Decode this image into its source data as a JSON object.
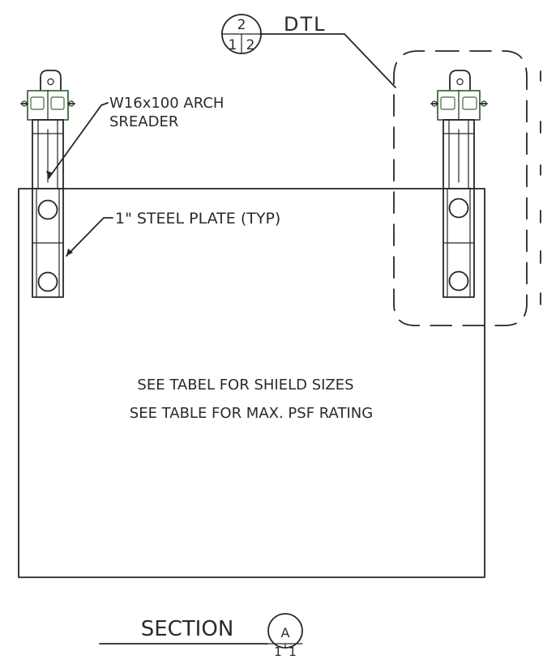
{
  "detail_callout": {
    "label": "DTL",
    "number": "2",
    "sheet_left": "1",
    "sheet_right": "2"
  },
  "notes": {
    "spreader": [
      "W16x100 ARCH",
      "SREADER"
    ],
    "plate": "1\" STEEL PLATE (TYP)",
    "shield_line1": "SEE TABEL FOR SHIELD SIZES",
    "shield_line2": "SEE TABLE FOR MAX. PSF RATING"
  },
  "section_tag": {
    "title": "SECTION",
    "letter": "A",
    "sheet_left": "1",
    "sheet_right": "1"
  }
}
